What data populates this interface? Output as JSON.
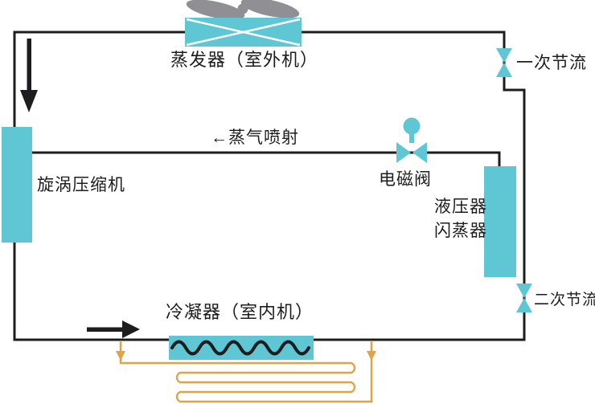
{
  "colors": {
    "cyan": "#5fc6d4",
    "gray": "#909094",
    "orange": "#e2a246",
    "line": "#1d1d1f",
    "white": "#ffffff"
  },
  "diagram": {
    "labels": {
      "evaporator": "蒸发器（室外机）",
      "primary_throttle": "一次节流",
      "vapor_injection": "←蒸气喷射",
      "solenoid": "电磁阀",
      "compressor": "旋涡压缩机",
      "tank_line1": "液压器",
      "tank_line2": "闪蒸器",
      "secondary_throttle": "二次节流",
      "condenser": "冷凝器（室内机）"
    }
  }
}
